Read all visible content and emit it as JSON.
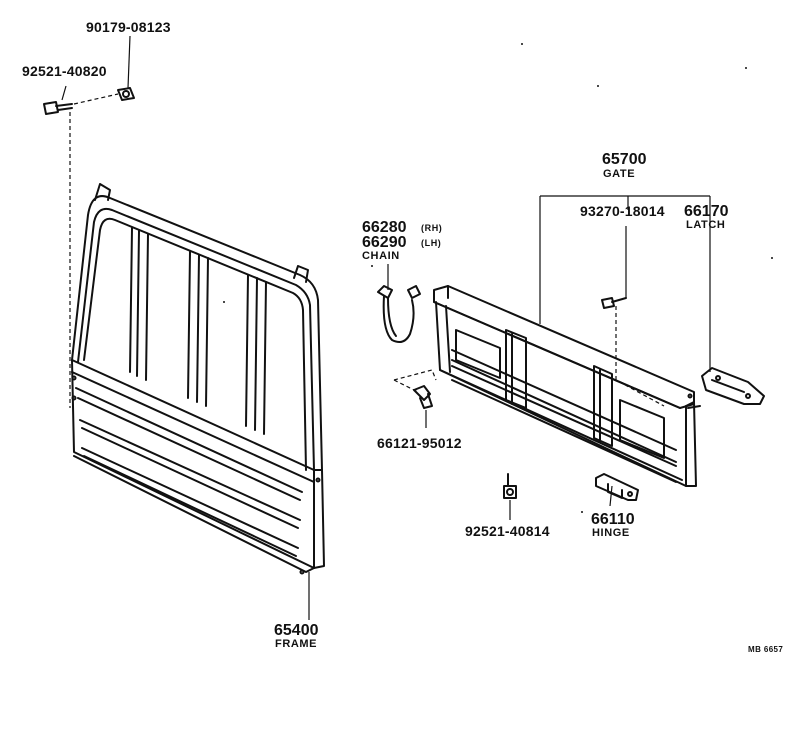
{
  "parts": {
    "p90179": {
      "number": "90179-08123"
    },
    "p92521a": {
      "number": "92521-40820"
    },
    "p65700": {
      "number": "65700",
      "name": "GATE"
    },
    "p93270": {
      "number": "93270-18014"
    },
    "p66170": {
      "number": "66170",
      "name": "LATCH"
    },
    "p66280": {
      "number": "66280",
      "side": "(RH)"
    },
    "p66290": {
      "number": "66290",
      "side": "(LH)",
      "name": "CHAIN"
    },
    "p66121": {
      "number": "66121-95012"
    },
    "p92521b": {
      "number": "92521-40814"
    },
    "p66110": {
      "number": "66110",
      "name": "HINGE"
    },
    "p65400": {
      "number": "65400",
      "name": "FRAME"
    }
  },
  "diagram_code": "MB 6657"
}
